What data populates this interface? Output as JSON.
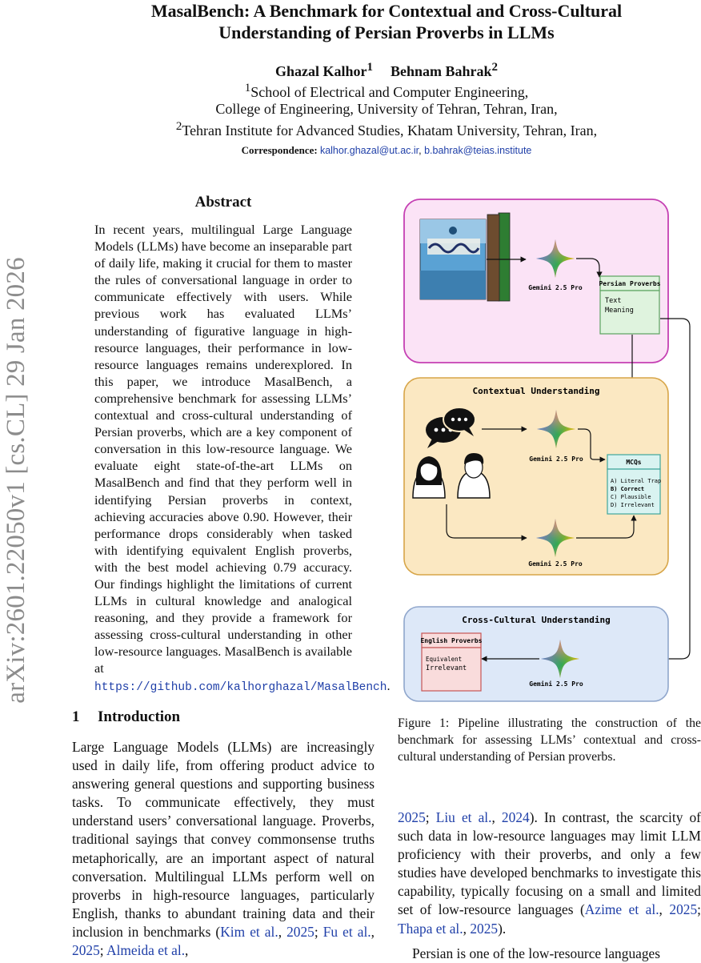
{
  "side_stamp": "arXiv:2601.22050v1  [cs.CL]  29 Jan 2026",
  "title_line1": "MasalBench: A Benchmark for Contextual and Cross-Cultural",
  "title_line2": "Understanding of Persian Proverbs in LLMs",
  "authors": [
    {
      "name": "Ghazal Kalhor",
      "sup": "1"
    },
    {
      "name": "Behnam Bahrak",
      "sup": "2"
    }
  ],
  "affiliations": [
    {
      "sup": "1",
      "text": "School of Electrical and Computer Engineering,"
    },
    {
      "sup": "",
      "text": "College of Engineering, University of Tehran, Tehran, Iran,"
    },
    {
      "sup": "2",
      "text": "Tehran Institute for Advanced Studies, Khatam University, Tehran, Iran,"
    }
  ],
  "correspondence_label": "Correspondence:",
  "emails": [
    "kalhor.ghazal@ut.ac.ir",
    "b.bahrak@teias.institute"
  ],
  "abstract": {
    "heading": "Abstract",
    "text": "In recent years, multilingual Large Language Models (LLMs) have become an inseparable part of daily life, making it crucial for them to master the rules of conversational language in order to communicate effectively with users. While previous work has evaluated LLMs’ understanding of figurative language in high-resource languages, their performance in low-resource languages remains underexplored. In this paper, we introduce MasalBench, a comprehensive benchmark for assessing LLMs’ contextual and cross-cultural understanding of Persian proverbs, which are a key component of conversation in this low-resource language. We evaluate eight state-of-the-art LLMs on MasalBench and find that they perform well in identifying Persian proverbs in context, achieving accuracies above 0.90. However, their performance drops considerably when tasked with identifying equivalent English proverbs, with the best model achieving 0.79 accuracy. Our findings highlight the limitations of current LLMs in cultural knowledge and analogical reasoning, and they provide a framework for assessing cross-cultural understanding in other low-resource languages. MasalBench is available at",
    "link": "https://github.com/kalhorghazal/MasalBench",
    "end": "."
  },
  "introduction": {
    "number": "1",
    "heading": "Introduction",
    "text_before": "Large Language Models (LLMs) are increasingly used in daily life, from offering product advice to answering general questions and supporting business tasks. To communicate effectively, they must understand users’ conversational language. Proverbs, traditional sayings that convey commonsense truths metaphorically, are an important aspect of natural conversation. Multilingual LLMs perform well on proverbs in high-resource languages, particularly English, thanks to abundant training data and their inclusion in benchmarks (",
    "cite1": "Kim et al.",
    "cite1_year": "2025",
    "cite2": "Fu et al.",
    "cite2_year": "2025",
    "cite3": "Almeida et al.",
    "cite3_tail": ","
  },
  "figure": {
    "model_label": "Gemini 2.5 Pro",
    "persian_box_title": "Persian Proverbs",
    "persian_box_lines": [
      "Text",
      "Meaning"
    ],
    "contextual_title": "Contextual Understanding",
    "mcq_title": "MCQs",
    "mcq_options": [
      "A) Literal Trap",
      "B) Correct",
      "C) Plausible",
      "D) Irrelevant"
    ],
    "crosscultural_title": "Cross-Cultural Understanding",
    "english_box_title": "English Proverbs",
    "english_box_lines": [
      "Equivalent",
      "Irrelevant"
    ],
    "colors": {
      "top_panel_fill": "#fbe3f6",
      "top_panel_border": "#c540b3",
      "middle_panel_fill": "#fbe8c2",
      "middle_panel_border": "#d7a548",
      "bottom_panel_fill": "#dde8f8",
      "bottom_panel_border": "#8fa6cc",
      "green_box_fill": "#dff3de",
      "green_box_border": "#5aa35e",
      "teal_box_fill": "#d9f3f1",
      "teal_box_border": "#3fa59c",
      "red_box_fill": "#f9dcdc",
      "red_box_border": "#c65555"
    },
    "icons": [
      "book-cover-icon",
      "gemini-star-icon",
      "chat-bubbles-icon",
      "woman-avatar-icon",
      "man-avatar-icon"
    ]
  },
  "caption": "Figure 1: Pipeline illustrating the construction of the benchmark for assessing LLMs’ contextual and cross-cultural understanding of Persian proverbs.",
  "right_column": {
    "cite_a_year": "2025",
    "cite_b": "Liu et al.",
    "cite_b_year": "2024",
    "text_mid": "). In contrast, the scarcity of such data in low-resource languages may limit LLM proficiency with their proverbs, and only a few studies have developed benchmarks to investigate this capability, typically focusing on a small and limited set of low-resource languages (",
    "cite_c": "Azime et al.",
    "cite_c_year": "2025",
    "cite_d": "Thapa et al.",
    "cite_d_year": "2025",
    "text_end": ").",
    "next_paragraph": "Persian is one of the low-resource languages"
  }
}
